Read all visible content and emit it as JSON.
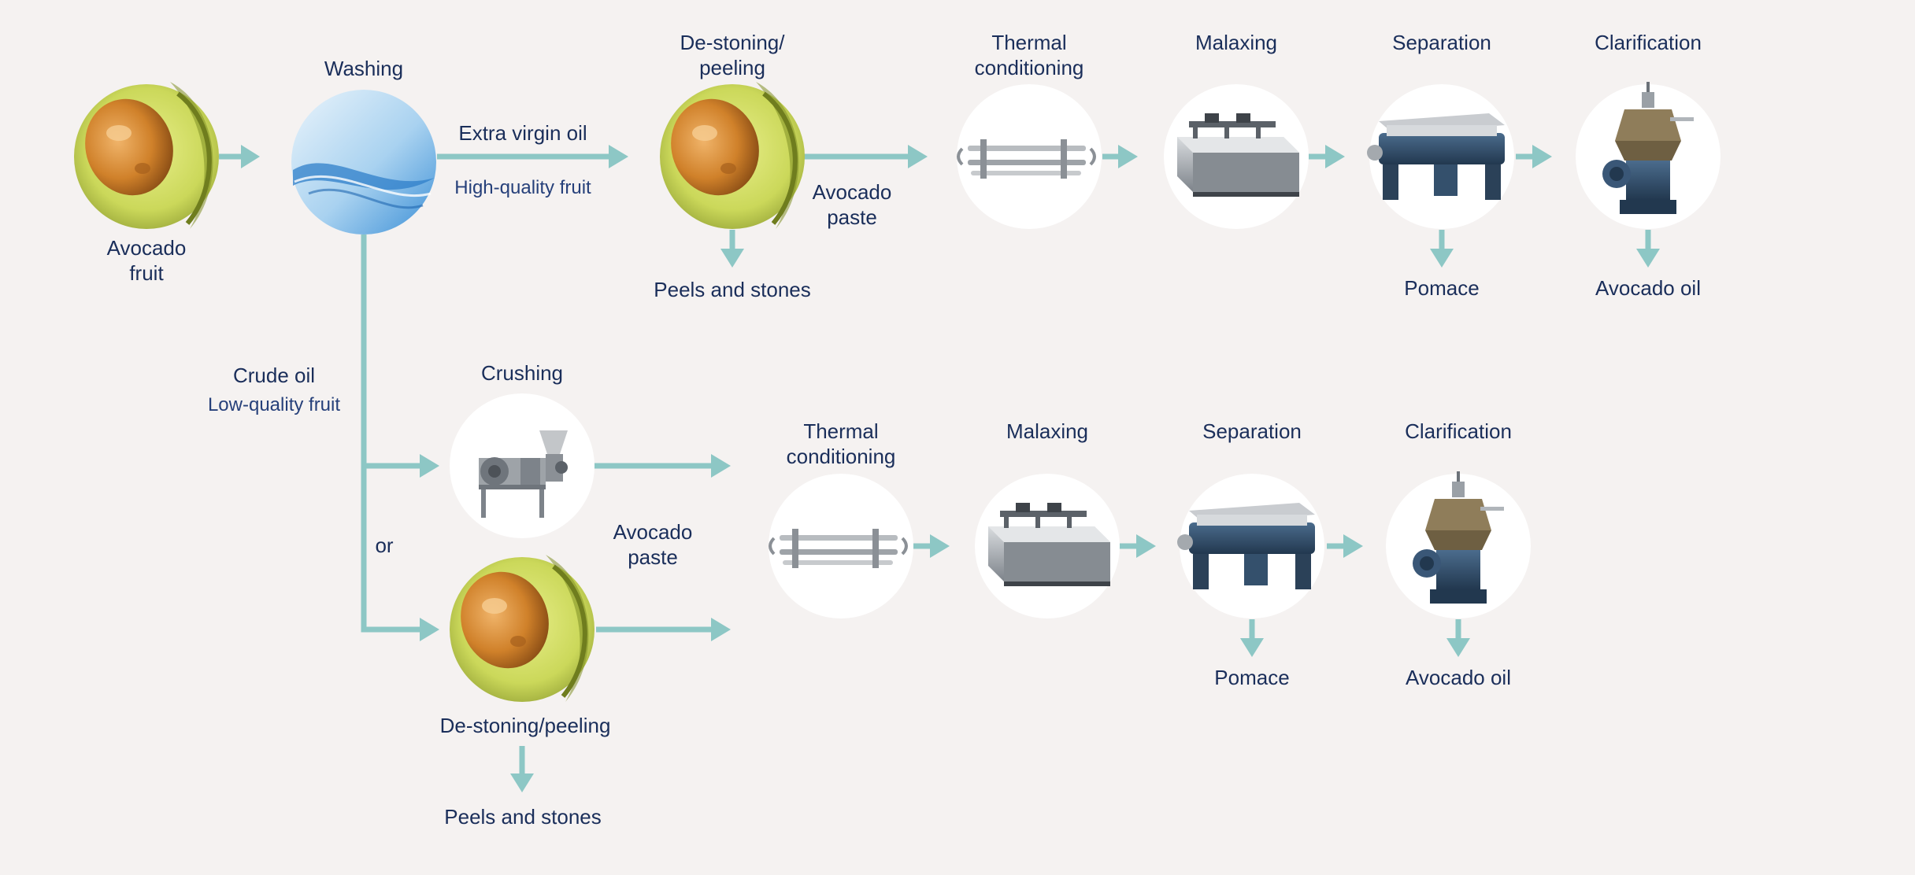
{
  "colors": {
    "background": "#f5f2f1",
    "arrow": "#8dc7c5",
    "text": "#1a2e5a",
    "node_bg": "#ffffff",
    "avocado_flesh": "#d4df64",
    "avocado_stone": "#c97c22",
    "water_blue": "#3a8fd8"
  },
  "icons": {
    "avocado": "avocado-icon",
    "water": "water-icon",
    "crusher": "crusher-machine-icon",
    "heat_exchanger": "heat-exchanger-icon",
    "malaxer": "malaxer-machine-icon",
    "decanter": "decanter-centrifuge-icon",
    "separator": "disc-separator-icon"
  },
  "labels": {
    "avocado_fruit": "Avocado\nfruit",
    "washing": "Washing",
    "extra_virgin_oil": "Extra virgin oil",
    "high_quality_fruit": "High-quality fruit",
    "destoning_peeling_top": "De-stoning/\npeeling",
    "peels_stones_top": "Peels and stones",
    "avocado_paste_top": "Avocado\npaste",
    "thermal_top": "Thermal\nconditioning",
    "malaxing_top": "Malaxing",
    "separation_top": "Separation",
    "clarification_top": "Clarification",
    "pomace_top": "Pomace",
    "avocado_oil_top": "Avocado oil",
    "crude_oil": "Crude oil",
    "low_quality_fruit": "Low-quality fruit",
    "crushing": "Crushing",
    "or": "or",
    "avocado_paste_bottom": "Avocado\npaste",
    "destoning_peeling_bottom": "De-stoning/peeling",
    "peels_stones_bottom": "Peels and stones",
    "thermal_bottom": "Thermal\nconditioning",
    "malaxing_bottom": "Malaxing",
    "separation_bottom": "Separation",
    "clarification_bottom": "Clarification",
    "pomace_bottom": "Pomace",
    "avocado_oil_bottom": "Avocado oil"
  }
}
